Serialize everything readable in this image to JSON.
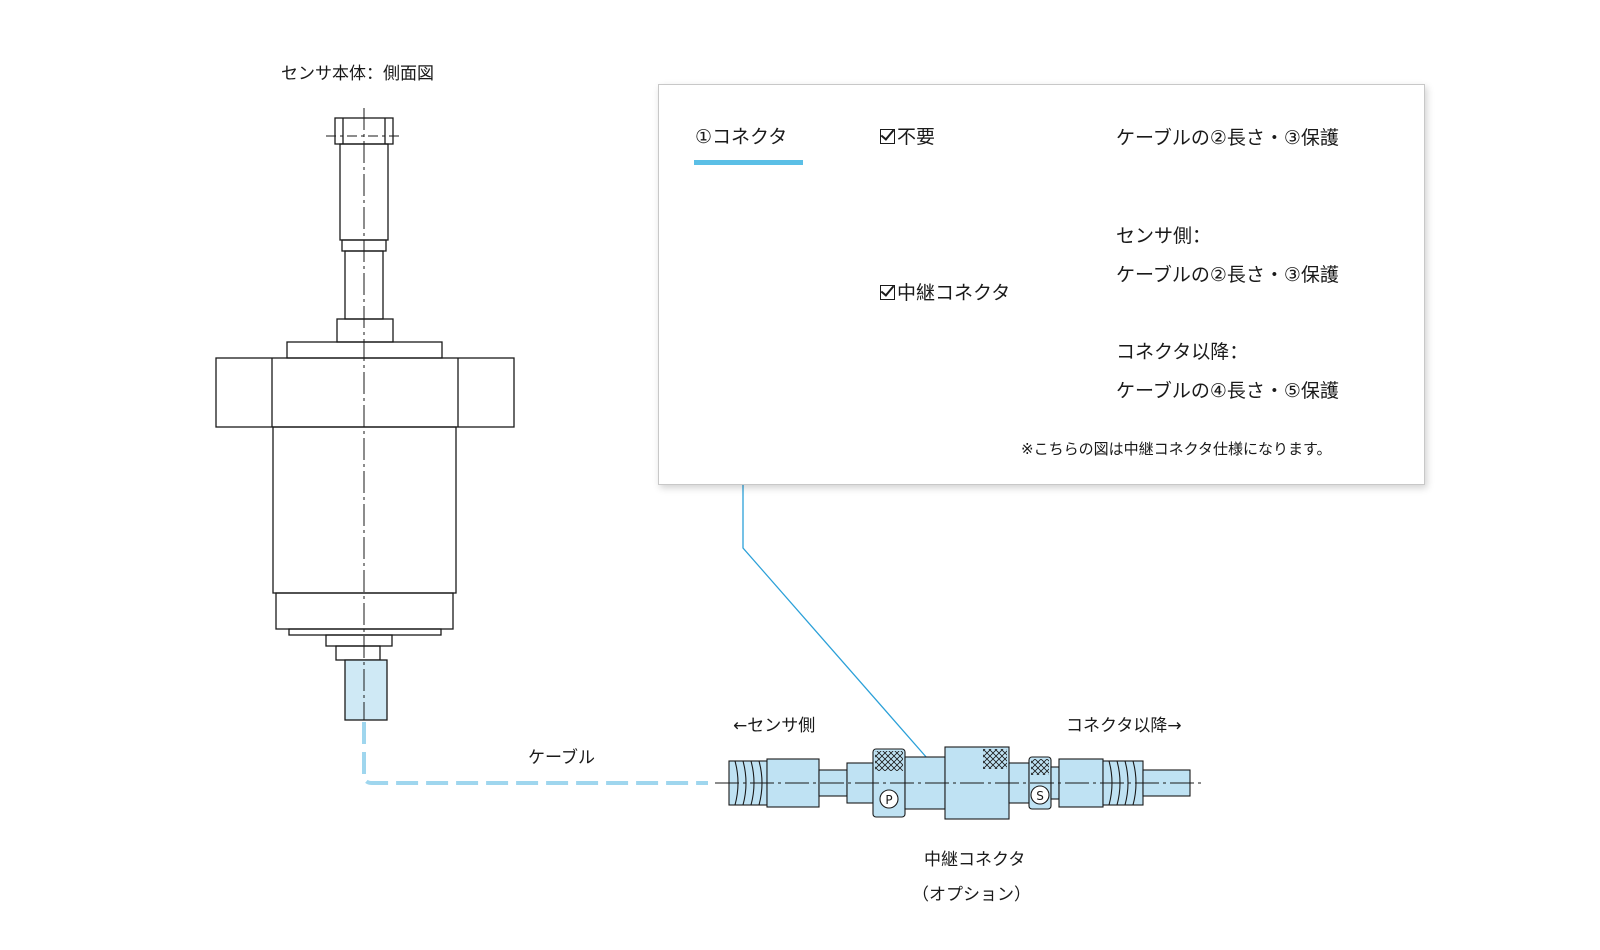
{
  "colors": {
    "accent": "#5bbfe6",
    "cable_fill": "#cfe9f5",
    "line": "#1a1a1a",
    "panel_border": "#c8c8c8"
  },
  "sensor": {
    "title": "センサ本体：側面図"
  },
  "cable_label": "ケーブル",
  "relay": {
    "left_label": "←センサ側",
    "right_label": "コネクタ以降→",
    "name": "中継コネクタ",
    "option": "（オプション）",
    "mark_p": "P",
    "mark_s": "S"
  },
  "panel": {
    "root": "①コネクタ",
    "branch_none": "不要",
    "branch_none_result": "ケーブルの②長さ・③保護",
    "branch_relay": "中継コネクタ",
    "relay_sensor_side_title": "センサ側：",
    "relay_sensor_side_result": "ケーブルの②長さ・③保護",
    "relay_after_title": "コネクタ以降：",
    "relay_after_result": "ケーブルの④長さ・⑤保護",
    "note": "※こちらの図は中継コネクタ仕様になります。"
  }
}
